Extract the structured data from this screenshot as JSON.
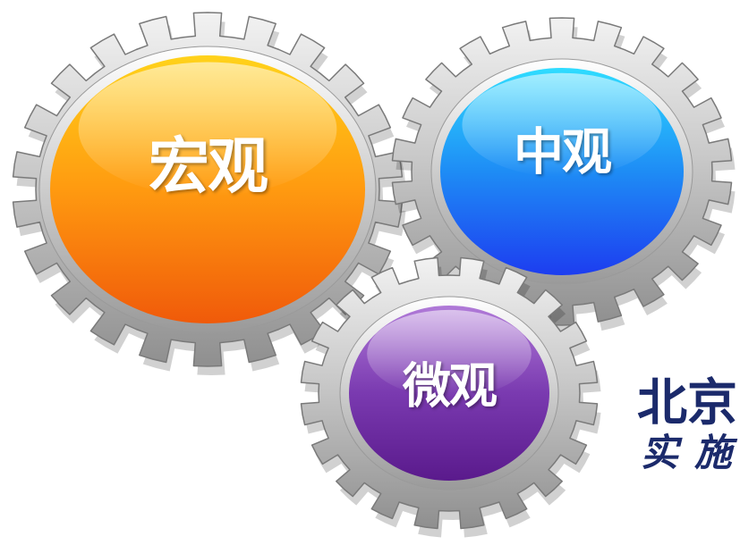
{
  "gears": [
    {
      "id": "macro",
      "label": "宏观",
      "color_top": "#ffd21a",
      "color_bottom": "#f05a0a"
    },
    {
      "id": "meso",
      "label": "中观",
      "color_top": "#2fdcff",
      "color_bottom": "#1d3df0"
    },
    {
      "id": "micro",
      "label": "微观",
      "color_top": "#b07ad8",
      "color_bottom": "#5a1a8c"
    }
  ],
  "brand": {
    "line1": "北京",
    "line2": "实施",
    "color": "#1b2a6b"
  },
  "colors": {
    "gear_metal": "#c9c9c9",
    "gear_metal_dark": "#8c8c8c"
  }
}
